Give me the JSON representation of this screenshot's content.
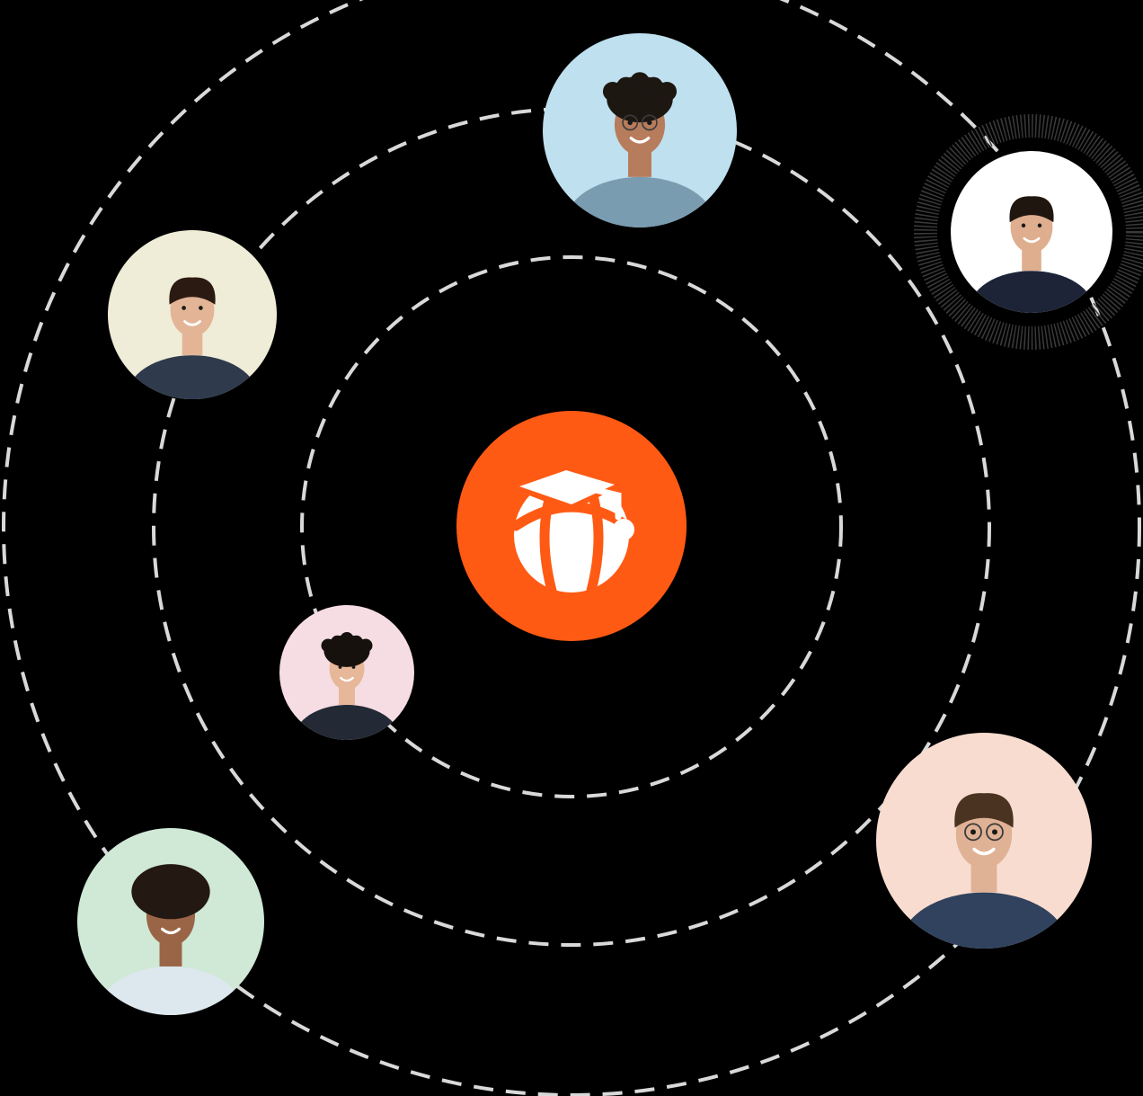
{
  "diagram": {
    "style": "orbit",
    "background_color": "#000000",
    "orbit_color": "#d9d9d9",
    "orbits": [
      {
        "name": "inner-orbit"
      },
      {
        "name": "middle-orbit"
      },
      {
        "name": "outer-orbit"
      }
    ],
    "center_hub": {
      "icon": "basketball-graduation-cap-icon",
      "color": "#ff5a14",
      "icon_color": "#ffffff"
    },
    "avatars": [
      {
        "name": "avatar-curly-glasses",
        "bg": "#bfe0ee",
        "skin": "#b77c5c",
        "hair": "#1d1712",
        "shirt": "#7a9cb0",
        "hair_style": "curly",
        "glasses": true,
        "ring": false
      },
      {
        "name": "avatar-suit-tie",
        "bg": "#efecd7",
        "skin": "#e3b596",
        "hair": "#2a1a12",
        "shirt": "#2f3a4d",
        "hair_style": "short",
        "glasses": false,
        "ring": false
      },
      {
        "name": "avatar-navy-tee",
        "bg": "#ffffff",
        "skin": "#deae8e",
        "hair": "#1f1610",
        "shirt": "#1d2438",
        "hair_style": "short",
        "glasses": false,
        "ring": true
      },
      {
        "name": "avatar-curly-suit",
        "bg": "#f6dde4",
        "skin": "#e6b798",
        "hair": "#17110e",
        "shirt": "#232935",
        "hair_style": "curly",
        "glasses": false,
        "ring": false
      },
      {
        "name": "avatar-afro-white-shirt",
        "bg": "#cfe9d6",
        "skin": "#9a6547",
        "hair": "#241812",
        "shirt": "#dde7ee",
        "hair_style": "afro",
        "glasses": false,
        "ring": false
      },
      {
        "name": "avatar-glasses-denim",
        "bg": "#f8dccf",
        "skin": "#e0b295",
        "hair": "#4b3322",
        "shirt": "#30425e",
        "hair_style": "short",
        "glasses": true,
        "ring": false
      }
    ]
  }
}
